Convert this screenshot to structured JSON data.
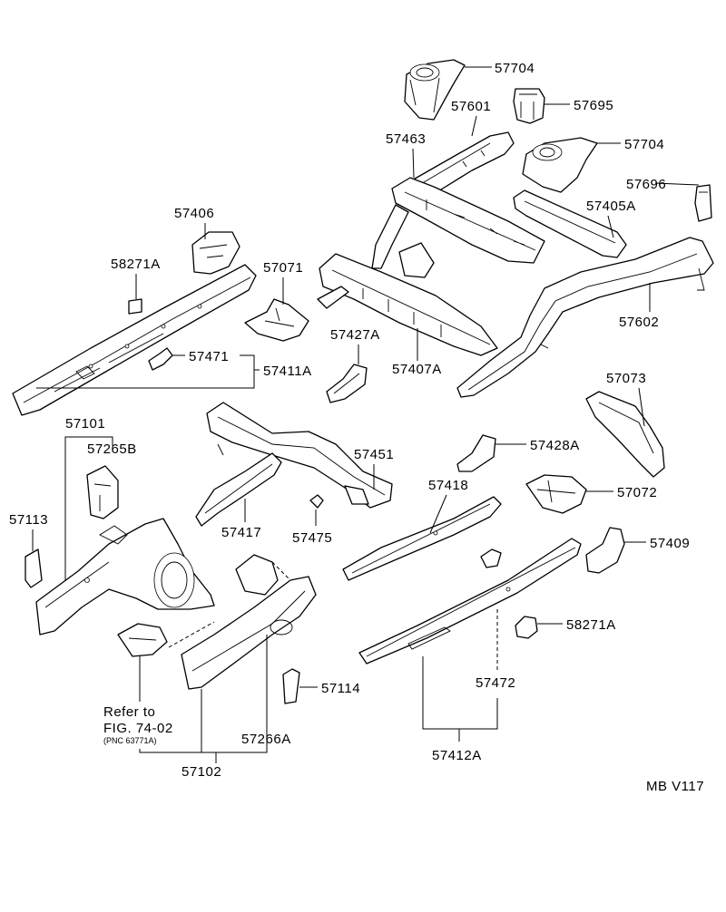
{
  "diagram": {
    "labels": {
      "p57704a": "57704",
      "p57695": "57695",
      "p57601": "57601",
      "p57463": "57463",
      "p57704b": "57704",
      "p57696": "57696",
      "p57405a": "57405A",
      "p57406": "57406",
      "p58271a_top": "58271A",
      "p57071": "57071",
      "p57602": "57602",
      "p57427a": "57427A",
      "p57407a": "57407A",
      "p57471": "57471",
      "p57411a": "57411A",
      "p57073": "57073",
      "p57101": "57101",
      "p57265b": "57265B",
      "p57451": "57451",
      "p57428a": "57428A",
      "p57418": "57418",
      "p57072": "57072",
      "p57113": "57113",
      "p57417": "57417",
      "p57475": "57475",
      "p57409": "57409",
      "p58271a_bottom": "58271A",
      "p57472": "57472",
      "p57114": "57114",
      "p57266a": "57266A",
      "p57102": "57102",
      "p57412a": "57412A"
    },
    "reference": {
      "line1": "Refer to",
      "line2": "FIG. 74-02",
      "line3": "(PNC 63771A)"
    },
    "footer_code": "MB  V117"
  }
}
